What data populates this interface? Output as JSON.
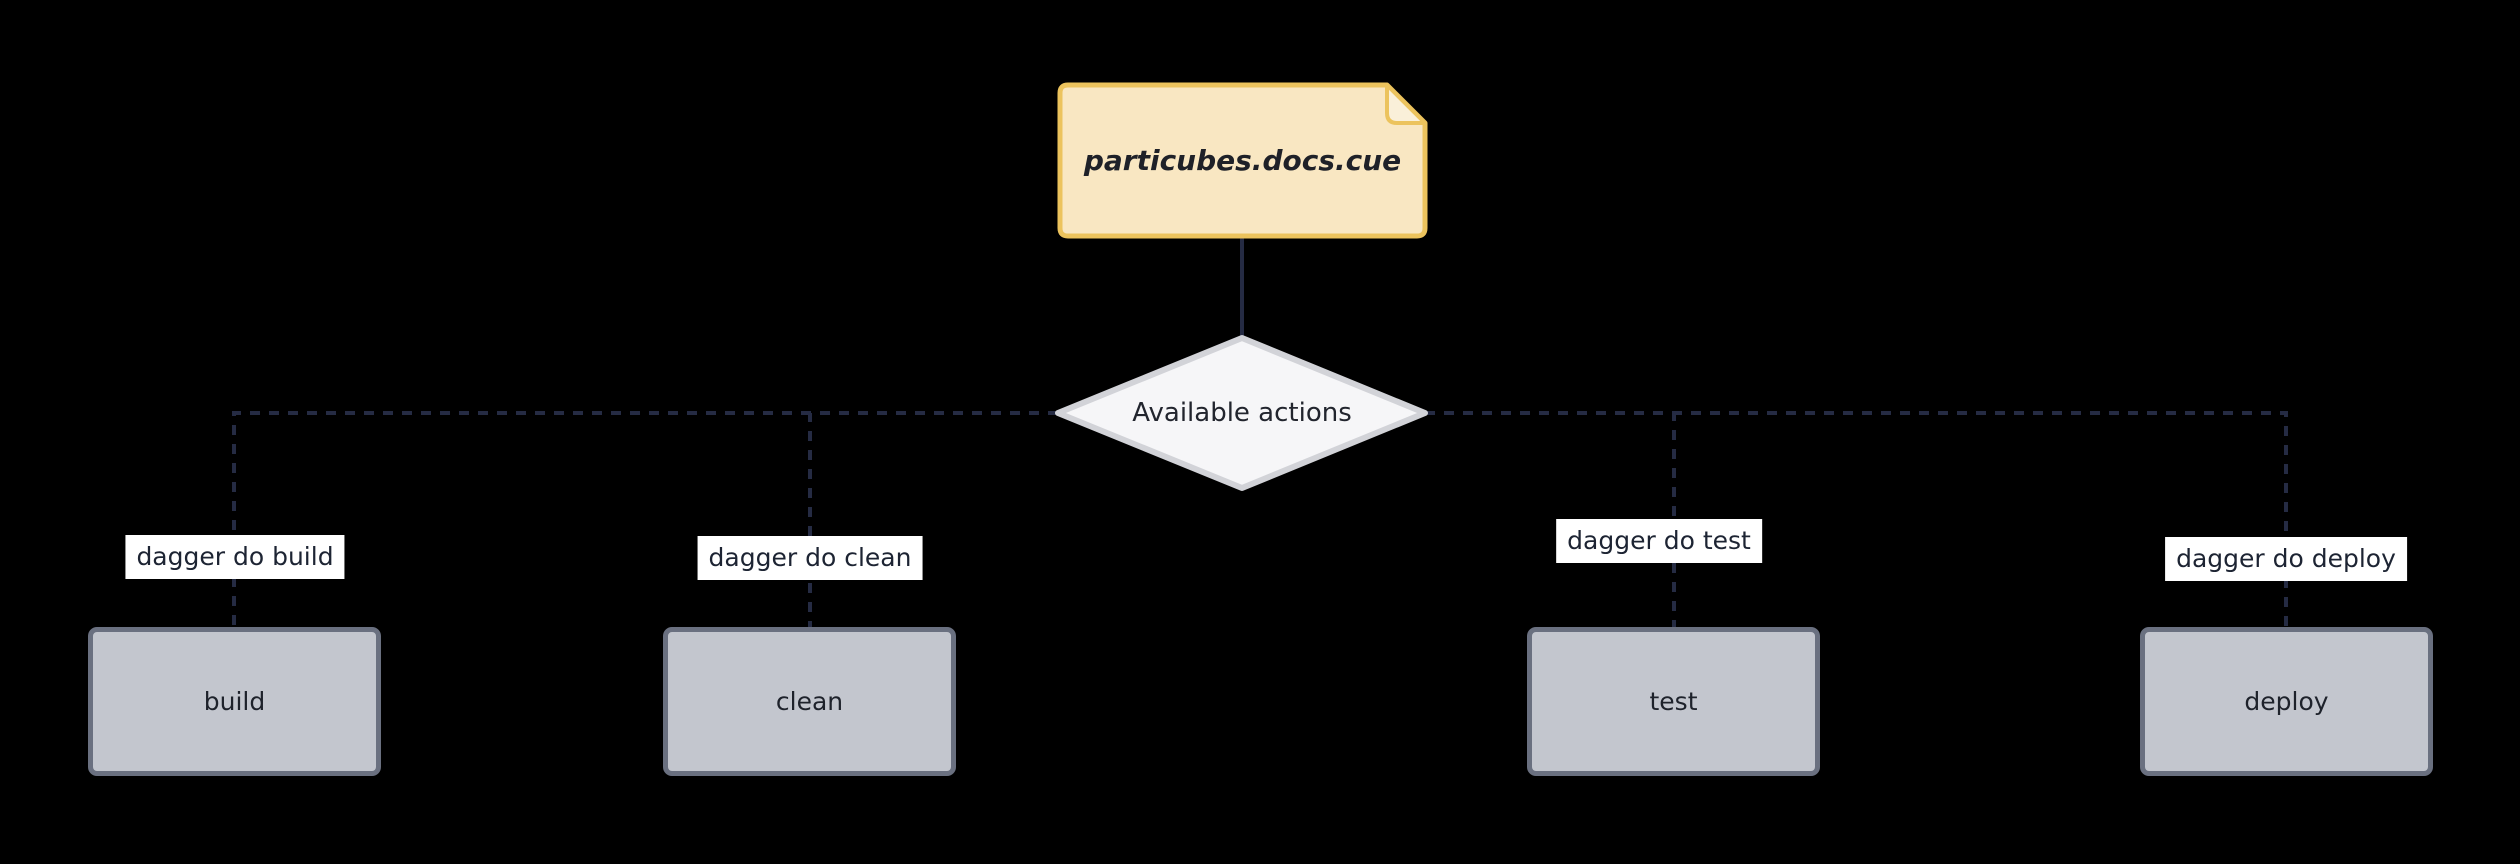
{
  "diagram": {
    "type": "flowchart",
    "note": {
      "label": "particubes.docs.cue"
    },
    "decision": {
      "label": "Available actions"
    },
    "actions": [
      {
        "name": "build",
        "command": "dagger do build"
      },
      {
        "name": "clean",
        "command": "dagger do clean"
      },
      {
        "name": "test",
        "command": "dagger do test"
      },
      {
        "name": "deploy",
        "command": "dagger do deploy"
      }
    ],
    "edges": [
      {
        "from": "particubes.docs.cue",
        "to": "Available actions",
        "style": "solid"
      },
      {
        "from": "Available actions",
        "to": "build",
        "style": "dashed",
        "label": "dagger do build"
      },
      {
        "from": "Available actions",
        "to": "clean",
        "style": "dashed",
        "label": "dagger do clean"
      },
      {
        "from": "Available actions",
        "to": "test",
        "style": "dashed",
        "label": "dagger do test"
      },
      {
        "from": "Available actions",
        "to": "deploy",
        "style": "dashed",
        "label": "dagger do deploy"
      }
    ],
    "colors": {
      "background": "#000000",
      "note_fill": "#F9E7C2",
      "note_fold_fill": "#FAF0D9",
      "note_border": "#ECC35D",
      "decision_fill": "#F6F6F8",
      "decision_border": "#D2D3D8",
      "action_fill": "#C3C6CE",
      "action_border": "#6A7080",
      "edge_line": "#252B43",
      "label_bg": "#FFFFFF",
      "label_text": "#1D2433",
      "node_text": "#1E222B"
    }
  }
}
